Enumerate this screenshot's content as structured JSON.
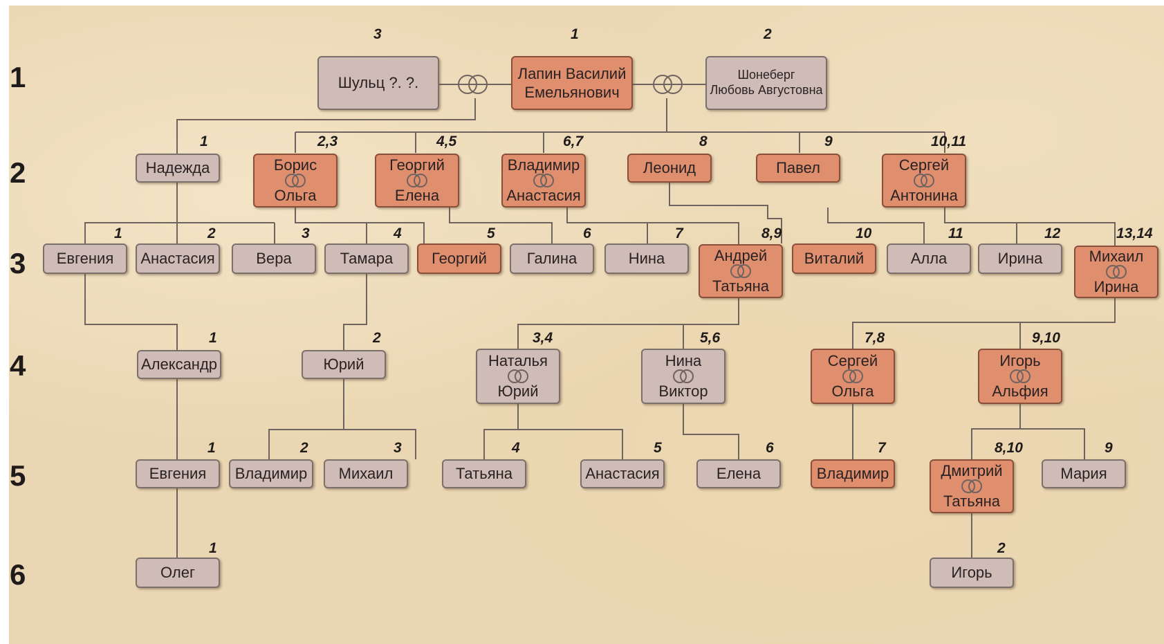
{
  "generation_labels": [
    "1",
    "2",
    "3",
    "4",
    "5",
    "6"
  ],
  "nodes": {
    "shults": {
      "line1": "Шульц ?. ?.",
      "num": "3"
    },
    "lapin": {
      "line1": "Лапин Василий",
      "line2": "Емельянович",
      "num": "1"
    },
    "shoneberg": {
      "line1": "Шонеберг",
      "line2": "Любовь Августовна",
      "num": "2"
    },
    "nadezhda": {
      "line1": "Надежда",
      "num": "1"
    },
    "boris": {
      "line1": "Борис",
      "line2": "Ольга",
      "num": "2,3"
    },
    "georgy2": {
      "line1": "Георгий",
      "line2": "Елена",
      "num": "4,5"
    },
    "vladimir2": {
      "line1": "Владимир",
      "line2": "Анастасия",
      "num": "6,7"
    },
    "leonid": {
      "line1": "Леонид",
      "num": "8"
    },
    "pavel": {
      "line1": "Павел",
      "num": "9"
    },
    "sergey2": {
      "line1": "Сергей",
      "line2": "Антонина",
      "num": "10,11"
    },
    "evgenia3": {
      "line1": "Евгения",
      "num": "1"
    },
    "anastasia3": {
      "line1": "Анастасия",
      "num": "2"
    },
    "vera": {
      "line1": "Вера",
      "num": "3"
    },
    "tamara": {
      "line1": "Тамара",
      "num": "4"
    },
    "georgy3": {
      "line1": "Георгий",
      "num": "5"
    },
    "galina": {
      "line1": "Галина",
      "num": "6"
    },
    "nina3": {
      "line1": "Нина",
      "num": "7"
    },
    "andrey": {
      "line1": "Андрей",
      "line2": "Татьяна",
      "num": "8,9"
    },
    "vitaly": {
      "line1": "Виталий",
      "num": "10"
    },
    "alla": {
      "line1": "Алла",
      "num": "11"
    },
    "irina3": {
      "line1": "Ирина",
      "num": "12"
    },
    "mikhail3": {
      "line1": "Михаил",
      "line2": "Ирина",
      "num": "13,14"
    },
    "alexandr": {
      "line1": "Александр",
      "num": "1"
    },
    "yury4": {
      "line1": "Юрий",
      "num": "2"
    },
    "natalia": {
      "line1": "Наталья",
      "line2": "Юрий",
      "num": "3,4"
    },
    "nina4": {
      "line1": "Нина",
      "line2": "Виктор",
      "num": "5,6"
    },
    "sergey4": {
      "line1": "Сергей",
      "line2": "Ольга",
      "num": "7,8"
    },
    "igor4": {
      "line1": "Игорь",
      "line2": "Альфия",
      "num": "9,10"
    },
    "evgenia5": {
      "line1": "Евгения",
      "num": "1"
    },
    "vladimir5a": {
      "line1": "Владимир",
      "num": "2"
    },
    "mikhail5": {
      "line1": "Михаил",
      "num": "3"
    },
    "tatiana5": {
      "line1": "Татьяна",
      "num": "4"
    },
    "anastasia5": {
      "line1": "Анастасия",
      "num": "5"
    },
    "elena5": {
      "line1": "Елена",
      "num": "6"
    },
    "vladimir5b": {
      "line1": "Владимир",
      "num": "7"
    },
    "dmitry": {
      "line1": "Дмитрий",
      "line2": "Татьяна",
      "num": "8,10"
    },
    "maria": {
      "line1": "Мария",
      "num": "9"
    },
    "oleg": {
      "line1": "Олег",
      "num": "1"
    },
    "igor6": {
      "line1": "Игорь",
      "num": "2"
    }
  },
  "colors": {
    "person": "#cfbcb6",
    "lineage": "#df8e6e",
    "line": "#6f635f",
    "background": "#ead6b2"
  },
  "icons": {
    "marriage": "interlocked-rings-icon"
  }
}
